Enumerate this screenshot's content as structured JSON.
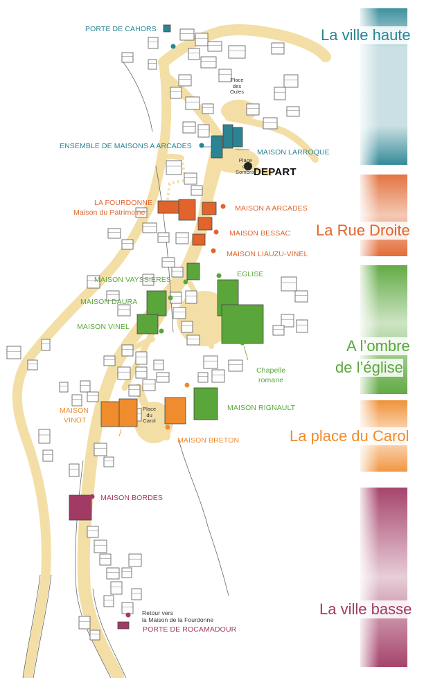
{
  "colors": {
    "road": "#f3dfa6",
    "haute": "#2a8493",
    "droite": "#e0642b",
    "eglise": "#5aa63b",
    "carol": "#ef8c2e",
    "basse": "#a13a64",
    "outline": "#555555"
  },
  "zones": {
    "haute": "La ville haute",
    "droite": "La Rue Droite",
    "eglise_line1": "A l’ombre",
    "eglise_line2": "de l’église",
    "carol": "La place du Carol",
    "basse": "La ville basse"
  },
  "labels": {
    "porte_cahors": "PORTE DE CAHORS",
    "ensemble_arcades": "ENSEMBLE DE MAISONS A ARCADES",
    "maison_larroque": "MAISON LARROQUE",
    "depart": "DEPART",
    "place_oules": [
      "Place",
      "des",
      "Oules"
    ],
    "place_sombral": [
      "Place",
      "du",
      "Sombral"
    ],
    "la_fourdonne": "LA FOURDONNE",
    "maison_patrimoine": "Maison du Patrimoine",
    "maison_a_arcades": "MAISON A ARCADES",
    "maison_bessac": "MAISON BESSAC",
    "maison_liauzu": "MAISON LIAUZU-VINEL",
    "eglise": "EGLISE",
    "maison_vayssieres": "MAISON VAYSSIERES",
    "maison_daura": "MAISON DAURA",
    "maison_vinel": "MAISON VINEL",
    "chapelle_line1": "Chapelle",
    "chapelle_line2": "romane",
    "maison_vinot_line1": "MAISON",
    "maison_vinot_line2": "VINOT",
    "place_carol": [
      "Place",
      "du",
      "Carol"
    ],
    "maison_rignault": "MAISON RIGNAULT",
    "maison_breton": "MAISON BRETON",
    "maison_bordes": "MAISON BORDES",
    "retour_line1": "Retour vers",
    "retour_line2": "la Maison de la Fourdonne",
    "porte_rocamadour": "PORTE DE ROCAMADOUR"
  }
}
